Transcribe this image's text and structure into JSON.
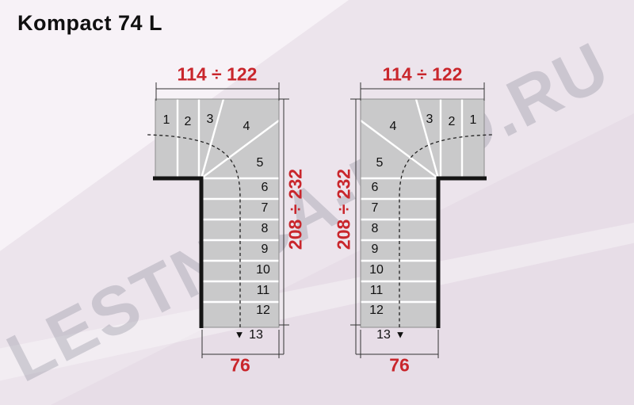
{
  "title": "Kompact 74 L",
  "watermark": "LESTNICA-PRO.RU",
  "colors": {
    "dimension_red": "#c9262c",
    "step_gray": "#c9c9ca",
    "wall_black": "#141414",
    "divider_white": "#ffffff",
    "background_pink": "#ece4ec"
  },
  "icons": {
    "down_arrow": "▼"
  },
  "dimensions": {
    "top_width": "114 ÷ 122",
    "side_height": "208 ÷ 232",
    "bottom_width": "76"
  },
  "step_numbers": [
    "1",
    "2",
    "3",
    "4",
    "5",
    "6",
    "7",
    "8",
    "9",
    "10",
    "11",
    "12",
    "13"
  ]
}
